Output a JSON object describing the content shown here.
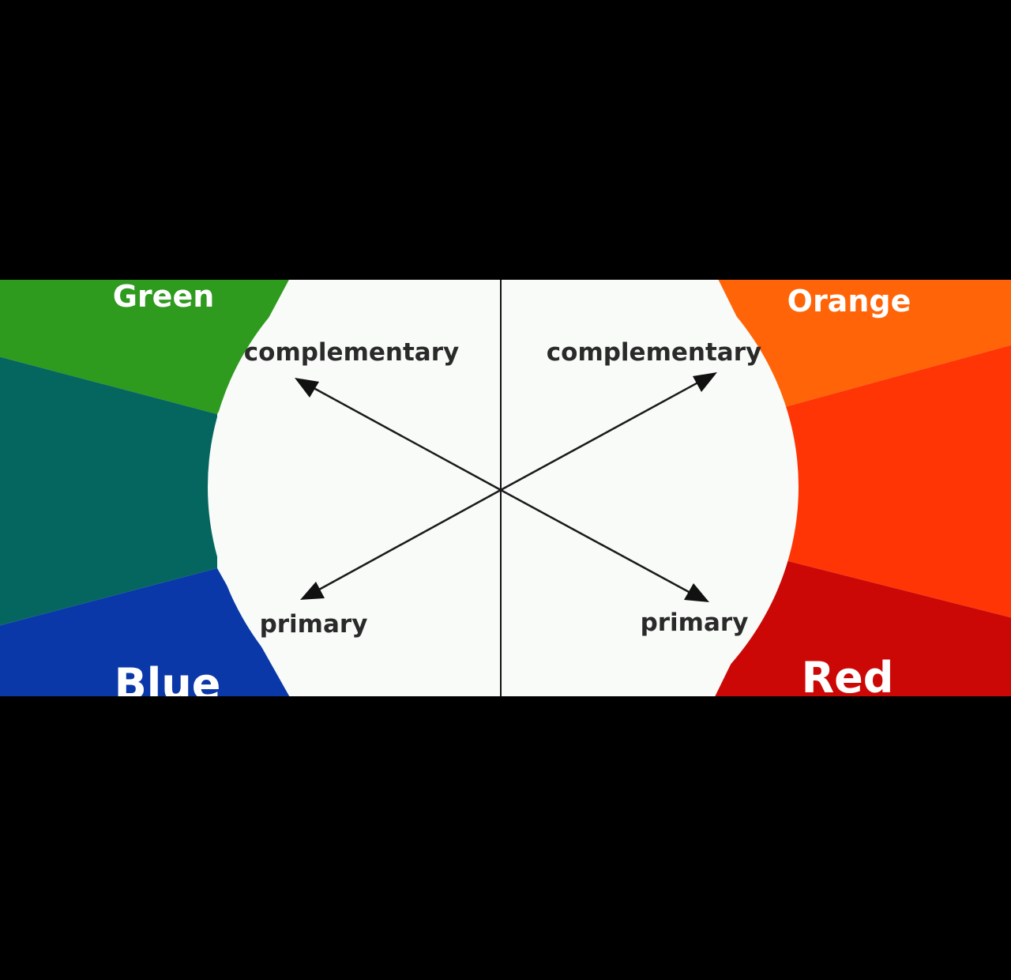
{
  "labels": {
    "top_left": "Green",
    "top_right": "Orange",
    "bottom_left": "Blue",
    "bottom_right": "Red",
    "arrow_top_left": "complementary",
    "arrow_top_right": "complementary",
    "arrow_bottom_left": "primary",
    "arrow_bottom_right": "primary"
  },
  "colors": {
    "background": "#000000",
    "panel": "#f8fbf8",
    "green": "#2e9a1e",
    "teal": "#056660",
    "blue": "#0a38a8",
    "orange": "#ff6408",
    "red_orange": "#ff3505",
    "red": "#cc0806"
  }
}
